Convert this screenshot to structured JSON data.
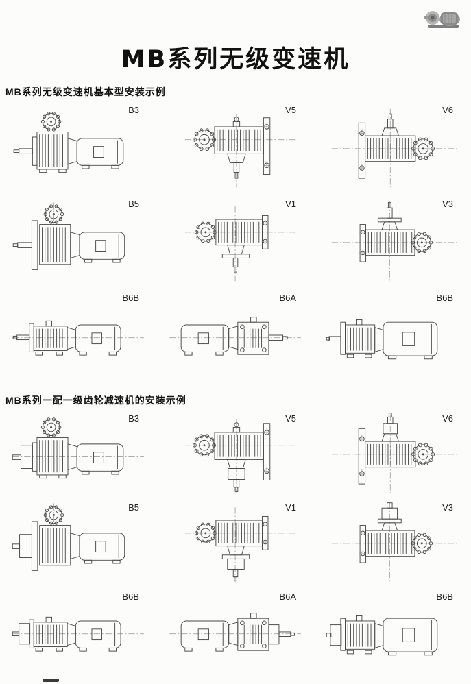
{
  "page": {
    "title": "MB系列无级变速机"
  },
  "header": {
    "photo": "gearmotor-photo"
  },
  "sections": [
    {
      "heading": "MB系列无级变速机基本型安装示例",
      "variant": "basic",
      "items": [
        {
          "label": "B3",
          "type": "b3"
        },
        {
          "label": "V5",
          "type": "v5"
        },
        {
          "label": "V6",
          "type": "v6"
        },
        {
          "label": "B5",
          "type": "b5"
        },
        {
          "label": "V1",
          "type": "v1"
        },
        {
          "label": "V3",
          "type": "v3"
        },
        {
          "label": "B6B",
          "type": "b6b"
        },
        {
          "label": "B6A",
          "type": "b6a"
        },
        {
          "label": "B6B",
          "type": "b6b2"
        }
      ]
    },
    {
      "heading": "MB系列一配一级齿轮减速机的安装示例",
      "variant": "with-reducer",
      "items": [
        {
          "label": "B3",
          "type": "b3"
        },
        {
          "label": "V5",
          "type": "v5"
        },
        {
          "label": "V6",
          "type": "v6"
        },
        {
          "label": "B5",
          "type": "b5"
        },
        {
          "label": "V1",
          "type": "v1"
        },
        {
          "label": "V3",
          "type": "v3"
        },
        {
          "label": "B6B",
          "type": "b6b"
        },
        {
          "label": "B6A",
          "type": "b6a"
        },
        {
          "label": "B6B",
          "type": "b6b2"
        }
      ]
    }
  ]
}
